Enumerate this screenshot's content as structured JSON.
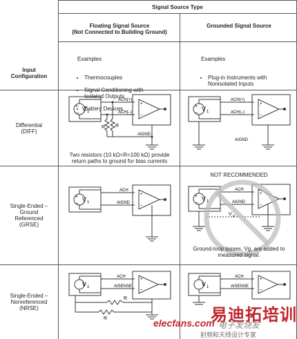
{
  "header": {
    "top": "Signal Source Type",
    "floating_title": "Floating Signal Source\n(Not Connected to Building Ground)",
    "grounded_title": "Grounded Signal Source",
    "input_config": "Input\nConfiguration"
  },
  "examples": {
    "floating_heading": "Examples",
    "floating_items": [
      "Thermocouples",
      "Signal Conditioning with\nIsolated Outputs",
      "Battery Devices"
    ],
    "grounded_heading": "Examples",
    "grounded_items": [
      "Plug-in Instruments with\nNonisolated Inputs"
    ]
  },
  "rows": {
    "diff_label": "Differential\n(DIFF)",
    "grse_label": "Single-Ended –\nGround\nReferenced\n(GRSE)",
    "nrse_label": "Single-Ended –\nNonreferenced\n(NRSE)"
  },
  "schematic": {
    "v1": "V",
    "v1_sub": "1",
    "ach_pos": "ACH(+)",
    "ach_neg": "ACH(–)",
    "aignd": "AIGND",
    "ach": "ACH",
    "aisense": "AISENSE",
    "r": "R",
    "vg": "V",
    "vg_sub": "g",
    "plus": "+",
    "minus": "–"
  },
  "notes": {
    "diff_floating": "Two resistors (10 kΩ<R<100 kΩ) provide\nreturn paths to ground for bias currents",
    "not_recommended": "NOT RECOMMENDED",
    "ground_loop": "Ground-loop losses, Vg, are added to\nmeasured signal."
  },
  "watermark": {
    "cn_brand": "电子发烧友",
    "site": "elecfans.com",
    "cn_motto": "射频和天线设计专家",
    "cn_big": "易迪拓培训"
  },
  "colors": {
    "watermark_red": "#c0262d",
    "grid_line": "#555555",
    "prohibit_gray": "#bdbdbd"
  }
}
